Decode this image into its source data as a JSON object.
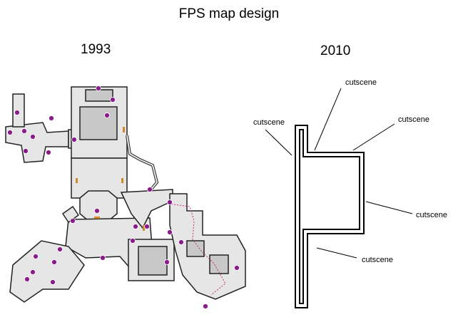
{
  "title": "FPS map design",
  "panels": [
    {
      "year": "1993"
    },
    {
      "year": "2010"
    }
  ],
  "annotations": {
    "cutscene_1": "cutscene",
    "cutscene_2": "cutscene",
    "cutscene_3": "cutscene",
    "cutscene_4": "cutscene",
    "cutscene_5": "cutscene"
  },
  "colors": {
    "ink": "#000000",
    "wall": "#222222",
    "floor": "#e6e6e6",
    "floor_dark": "#c8c8c8",
    "marker": "#8b1a8b",
    "door": "#d08a2a",
    "path": "#c03080"
  }
}
